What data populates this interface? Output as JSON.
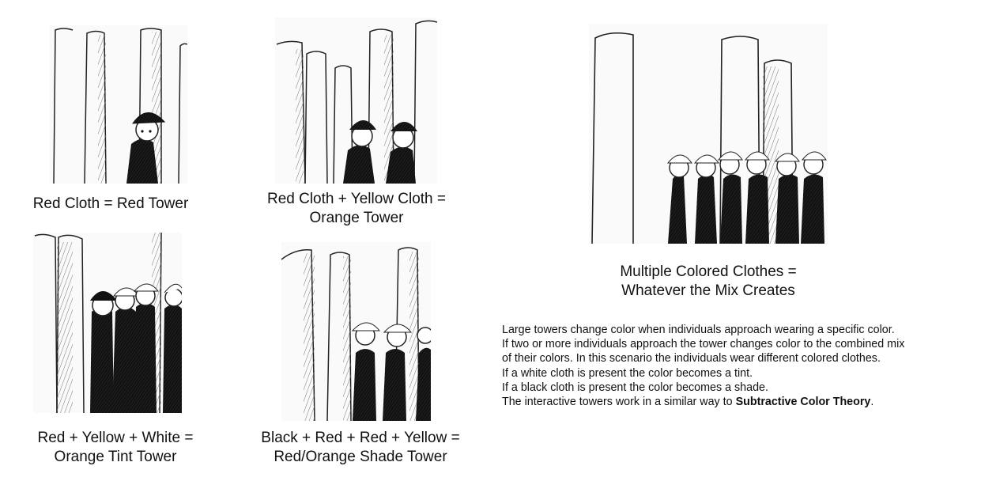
{
  "panels": [
    {
      "caption_lines": [
        "Red Cloth = Red Tower"
      ]
    },
    {
      "caption_lines": [
        "Red Cloth + Yellow Cloth =",
        "Orange Tower"
      ]
    },
    {
      "caption_lines": [
        "Red + Yellow + White =",
        "Orange Tint Tower"
      ]
    },
    {
      "caption_lines": [
        "Black + Red + Red + Yellow =",
        "Red/Orange Shade Tower"
      ]
    },
    {
      "caption_lines": [
        "Multiple Colored Clothes =",
        "Whatever the Mix Creates"
      ]
    }
  ],
  "description": {
    "lines": [
      "Large towers change color when individuals approach wearing a specific color.",
      "If two or more individuals approach the tower changes color to the combined mix",
      "of their colors. In this scenario the individuals wear different colored clothes.",
      "If a white cloth is present the color becomes a tint.",
      "If a black cloth is present the color becomes a shade."
    ],
    "final_prefix": "The interactive towers work in a similar way to ",
    "final_bold": "Subtractive Color Theory",
    "final_suffix": "."
  }
}
